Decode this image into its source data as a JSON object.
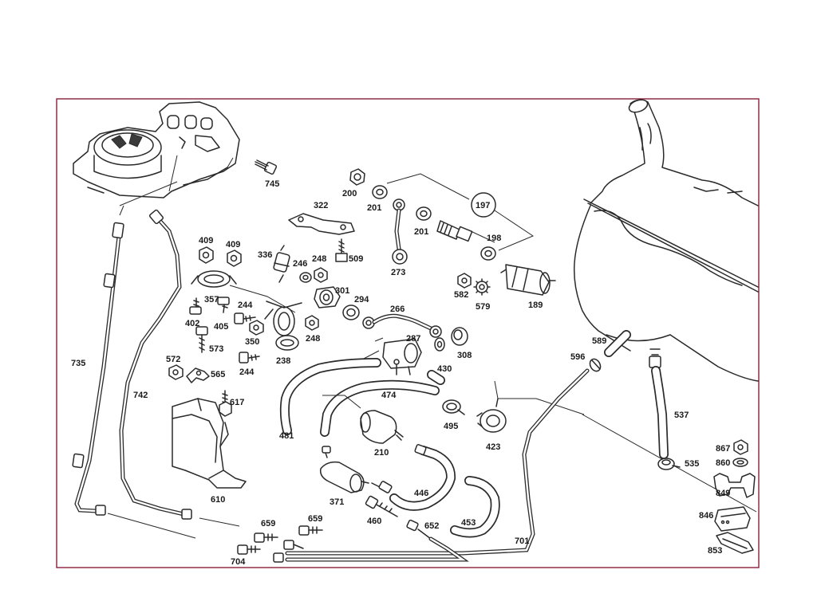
{
  "diagram": {
    "frame_color": "#8a1f3a",
    "ink_color": "#2a2a2a",
    "callouts": {
      "c745": "745",
      "c200": "200",
      "c201a": "201",
      "c201b": "201",
      "c197": "197",
      "c198": "198",
      "c322": "322",
      "c509": "509",
      "c273": "273",
      "c409a": "409",
      "c409b": "409",
      "c336": "336",
      "c246": "246",
      "c248a": "248",
      "c248b": "248",
      "c301": "301",
      "c294": "294",
      "c266": "266",
      "c582": "582",
      "c579": "579",
      "c189": "189",
      "c357": "357",
      "c402": "402",
      "c405": "405",
      "c244a": "244",
      "c244b": "244",
      "c350": "350",
      "c238": "238",
      "c287": "287",
      "c308": "308",
      "c572": "572",
      "c573": "573",
      "c565": "565",
      "c617": "617",
      "c430": "430",
      "c474": "474",
      "c735": "735",
      "c742": "742",
      "c481": "481",
      "c495": "495",
      "c423": "423",
      "c589": "589",
      "c596": "596",
      "c537": "537",
      "c210": "210",
      "c610": "610",
      "c446": "446",
      "c371": "371",
      "c460": "460",
      "c652": "652",
      "c453": "453",
      "c659a": "659",
      "c659b": "659",
      "c701": "701",
      "c704": "704",
      "c535": "535",
      "c867": "867",
      "c860": "860",
      "c849": "849",
      "c846": "846",
      "c853": "853"
    }
  }
}
